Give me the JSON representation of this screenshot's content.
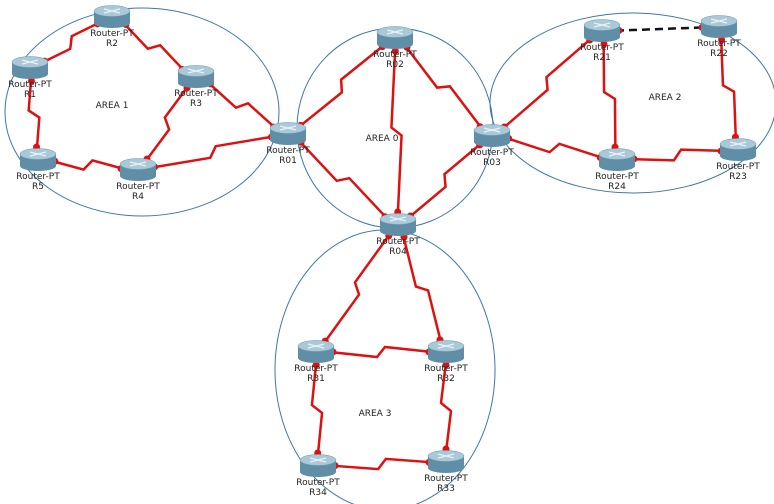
{
  "areas": [
    {
      "id": "area1",
      "label": "AREA 1"
    },
    {
      "id": "area0",
      "label": "AREA 0"
    },
    {
      "id": "area2",
      "label": "AREA 2"
    },
    {
      "id": "area3",
      "label": "AREA 3"
    }
  ],
  "routers": [
    {
      "id": "R1",
      "type": "Router-PT",
      "name": "R1"
    },
    {
      "id": "R2",
      "type": "Router-PT",
      "name": "R2"
    },
    {
      "id": "R3",
      "type": "Router-PT",
      "name": "R3"
    },
    {
      "id": "R4",
      "type": "Router-PT",
      "name": "R4"
    },
    {
      "id": "R5",
      "type": "Router-PT",
      "name": "R5"
    },
    {
      "id": "R01",
      "type": "Router-PT",
      "name": "R01"
    },
    {
      "id": "R02",
      "type": "Router-PT",
      "name": "R02"
    },
    {
      "id": "R03",
      "type": "Router-PT",
      "name": "R03"
    },
    {
      "id": "R04",
      "type": "Router-PT",
      "name": "R04"
    },
    {
      "id": "R21",
      "type": "Router-PT",
      "name": "R21"
    },
    {
      "id": "R22",
      "type": "Router-PT",
      "name": "R22"
    },
    {
      "id": "R23",
      "type": "Router-PT",
      "name": "R23"
    },
    {
      "id": "R24",
      "type": "Router-PT",
      "name": "R24"
    },
    {
      "id": "R31",
      "type": "Router-PT",
      "name": "R31"
    },
    {
      "id": "R32",
      "type": "Router-PT",
      "name": "R32"
    },
    {
      "id": "R33",
      "type": "Router-PT",
      "name": "R33"
    },
    {
      "id": "R34",
      "type": "Router-PT",
      "name": "R34"
    }
  ],
  "links": [
    {
      "from": "R1",
      "to": "R2",
      "kind": "serial"
    },
    {
      "from": "R2",
      "to": "R3",
      "kind": "serial"
    },
    {
      "from": "R3",
      "to": "R01",
      "kind": "serial"
    },
    {
      "from": "R1",
      "to": "R5",
      "kind": "serial"
    },
    {
      "from": "R5",
      "to": "R4",
      "kind": "serial"
    },
    {
      "from": "R4",
      "to": "R3",
      "kind": "serial"
    },
    {
      "from": "R4",
      "to": "R01",
      "kind": "serial"
    },
    {
      "from": "R01",
      "to": "R02",
      "kind": "serial"
    },
    {
      "from": "R01",
      "to": "R04",
      "kind": "serial"
    },
    {
      "from": "R02",
      "to": "R04",
      "kind": "serial"
    },
    {
      "from": "R02",
      "to": "R03",
      "kind": "serial"
    },
    {
      "from": "R03",
      "to": "R04",
      "kind": "serial"
    },
    {
      "from": "R03",
      "to": "R21",
      "kind": "serial"
    },
    {
      "from": "R03",
      "to": "R24",
      "kind": "serial"
    },
    {
      "from": "R21",
      "to": "R22",
      "kind": "ethernet"
    },
    {
      "from": "R21",
      "to": "R24",
      "kind": "serial"
    },
    {
      "from": "R22",
      "to": "R23",
      "kind": "serial"
    },
    {
      "from": "R24",
      "to": "R23",
      "kind": "serial"
    },
    {
      "from": "R04",
      "to": "R31",
      "kind": "serial"
    },
    {
      "from": "R04",
      "to": "R32",
      "kind": "serial"
    },
    {
      "from": "R31",
      "to": "R32",
      "kind": "serial"
    },
    {
      "from": "R31",
      "to": "R34",
      "kind": "serial"
    },
    {
      "from": "R32",
      "to": "R33",
      "kind": "serial"
    },
    {
      "from": "R34",
      "to": "R33",
      "kind": "serial"
    }
  ],
  "colors": {
    "serial": "#dd1111",
    "ethernet": "#111111",
    "area_outline": "#3b78a8",
    "router_body": "#7fa9bf"
  }
}
